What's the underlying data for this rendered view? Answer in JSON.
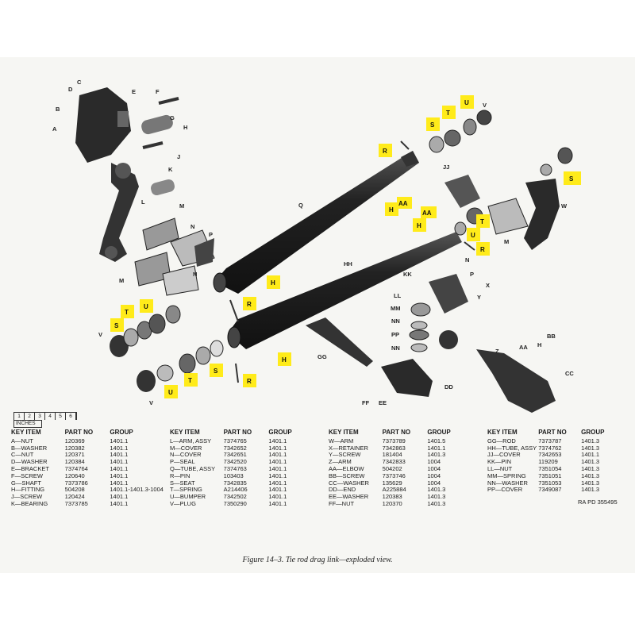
{
  "ruler": {
    "numbers": [
      "1",
      "2",
      "3",
      "4",
      "5",
      "6"
    ],
    "unit": "INCHES"
  },
  "table": {
    "headers": {
      "key": "KEY",
      "item": "ITEM",
      "part_no": "PART NO",
      "group": "GROUP"
    },
    "columns": [
      [
        {
          "key": "A",
          "item": "NUT",
          "part": "120369",
          "group": "1401.1"
        },
        {
          "key": "B",
          "item": "WASHER",
          "part": "120382",
          "group": "1401.1"
        },
        {
          "key": "C",
          "item": "NUT",
          "part": "120371",
          "group": "1401.1"
        },
        {
          "key": "D",
          "item": "WASHER",
          "part": "120384",
          "group": "1401.1"
        },
        {
          "key": "E",
          "item": "BRACKET",
          "part": "7374764",
          "group": "1401.1"
        },
        {
          "key": "F",
          "item": "SCREW",
          "part": "120640",
          "group": "1401.1"
        },
        {
          "key": "G",
          "item": "SHAFT",
          "part": "7373786",
          "group": "1401.1"
        },
        {
          "key": "H",
          "item": "FITTING",
          "part": "504208",
          "group": "1401.1-1401.3-1004"
        },
        {
          "key": "J",
          "item": "SCREW",
          "part": "120424",
          "group": "1401.1"
        },
        {
          "key": "K",
          "item": "BEARING",
          "part": "7373785",
          "group": "1401.1"
        }
      ],
      [
        {
          "key": "L",
          "item": "ARM, ASSY",
          "part": "7374765",
          "group": "1401.1"
        },
        {
          "key": "M",
          "item": "COVER",
          "part": "7342652",
          "group": "1401.1"
        },
        {
          "key": "N",
          "item": "COVER",
          "part": "7342651",
          "group": "1401.1"
        },
        {
          "key": "P",
          "item": "SEAL",
          "part": "7342520",
          "group": "1401.1"
        },
        {
          "key": "Q",
          "item": "TUBE, ASSY",
          "part": "7374763",
          "group": "1401.1"
        },
        {
          "key": "R",
          "item": "PIN",
          "part": "103403",
          "group": "1401.1"
        },
        {
          "key": "S",
          "item": "SEAT",
          "part": "7342835",
          "group": "1401.1"
        },
        {
          "key": "T",
          "item": "SPRING",
          "part": "A214406",
          "group": "1401.1"
        },
        {
          "key": "U",
          "item": "BUMPER",
          "part": "7342502",
          "group": "1401.1"
        },
        {
          "key": "V",
          "item": "PLUG",
          "part": "7350290",
          "group": "1401.1"
        }
      ],
      [
        {
          "key": "W",
          "item": "ARM",
          "part": "7373789",
          "group": "1401.5"
        },
        {
          "key": "X",
          "item": "RETAINER",
          "part": "7342863",
          "group": "1401.1"
        },
        {
          "key": "Y",
          "item": "SCREW",
          "part": "181404",
          "group": "1401.3"
        },
        {
          "key": "Z",
          "item": "ARM",
          "part": "7342833",
          "group": "1004"
        },
        {
          "key": "AA",
          "item": "ELBOW",
          "part": "504202",
          "group": "1004"
        },
        {
          "key": "BB",
          "item": "SCREW",
          "part": "7373746",
          "group": "1004"
        },
        {
          "key": "CC",
          "item": "WASHER",
          "part": "135629",
          "group": "1004"
        },
        {
          "key": "DD",
          "item": "END",
          "part": "A225884",
          "group": "1401.3"
        },
        {
          "key": "EE",
          "item": "WASHER",
          "part": "120383",
          "group": "1401.3"
        },
        {
          "key": "FF",
          "item": "NUT",
          "part": "120370",
          "group": "1401.3"
        }
      ],
      [
        {
          "key": "GG",
          "item": "ROD",
          "part": "7373787",
          "group": "1401.3"
        },
        {
          "key": "HH",
          "item": "TUBE, ASSY",
          "part": "7374762",
          "group": "1401.3"
        },
        {
          "key": "JJ",
          "item": "COVER",
          "part": "7342653",
          "group": "1401.1"
        },
        {
          "key": "KK",
          "item": "PIN",
          "part": "119209",
          "group": "1401.3"
        },
        {
          "key": "LL",
          "item": "NUT",
          "part": "7351054",
          "group": "1401.3"
        },
        {
          "key": "MM",
          "item": "SPRING",
          "part": "7351051",
          "group": "1401.3"
        },
        {
          "key": "NN",
          "item": "WASHER",
          "part": "7351053",
          "group": "1401.3"
        },
        {
          "key": "PP",
          "item": "COVER",
          "part": "7349087",
          "group": "1401.3"
        }
      ]
    ]
  },
  "reference": "RA PD 355495",
  "caption": "Figure 14–3. Tie rod drag link—exploded view.",
  "callouts": {
    "R1": "R",
    "S1": "S",
    "T1": "T",
    "U1": "U",
    "S2": "S",
    "H1": "H",
    "AA1": "AA",
    "AA2": "AA",
    "H2": "H",
    "U2": "U",
    "T2": "T",
    "R2": "R",
    "H3": "H",
    "R3": "R",
    "U3": "U",
    "T3": "T",
    "S3": "S",
    "H4": "H",
    "S4": "S",
    "T4": "T",
    "U4": "U",
    "R4": "R"
  },
  "labels": {
    "A": "A",
    "B": "B",
    "C": "C",
    "D": "D",
    "E": "E",
    "F": "F",
    "G": "G",
    "H": "H",
    "J": "J",
    "K": "K",
    "L": "L",
    "M1": "M",
    "N1": "N",
    "P1": "P",
    "M2": "M",
    "N2": "N",
    "Q": "Q",
    "V1": "V",
    "V2": "V",
    "V3": "V",
    "W": "W",
    "JJ": "JJ",
    "M3": "M",
    "N3": "N",
    "HH": "HH",
    "KK": "KK",
    "LL": "LL",
    "MM": "MM",
    "NN1": "NN",
    "PP": "PP",
    "NN2": "NN",
    "P2": "P",
    "X": "X",
    "Y": "Y",
    "GG": "GG",
    "DD": "DD",
    "Z": "Z",
    "AA": "AA",
    "H5": "H",
    "BB": "BB",
    "CC": "CC",
    "FF": "FF",
    "EE": "EE"
  }
}
